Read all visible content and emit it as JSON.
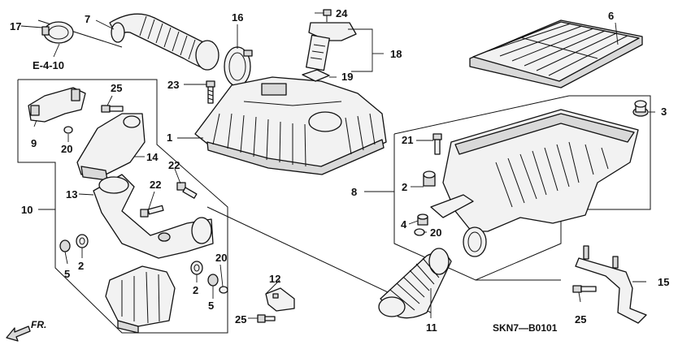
{
  "diagram": {
    "callouts": {
      "c1": "1",
      "c2a": "2",
      "c2b": "2",
      "c2c": "2",
      "c3": "3",
      "c4": "4",
      "c5a": "5",
      "c5b": "5",
      "c6": "6",
      "c7": "7",
      "c8": "8",
      "c9": "9",
      "c10": "10",
      "c11": "11",
      "c12": "12",
      "c13": "13",
      "c14": "14",
      "c15": "15",
      "c16": "16",
      "c17": "17",
      "c18": "18",
      "c19": "19",
      "c20a": "20",
      "c20b": "20",
      "c20c": "20",
      "c21": "21",
      "c22a": "22",
      "c22b": "22",
      "c23": "23",
      "c24": "24",
      "c25a": "25",
      "c25b": "25",
      "c25c": "25"
    },
    "reference": "E-4-10",
    "direction_label": "FR.",
    "drawing_code": "SKN7—B0101"
  }
}
